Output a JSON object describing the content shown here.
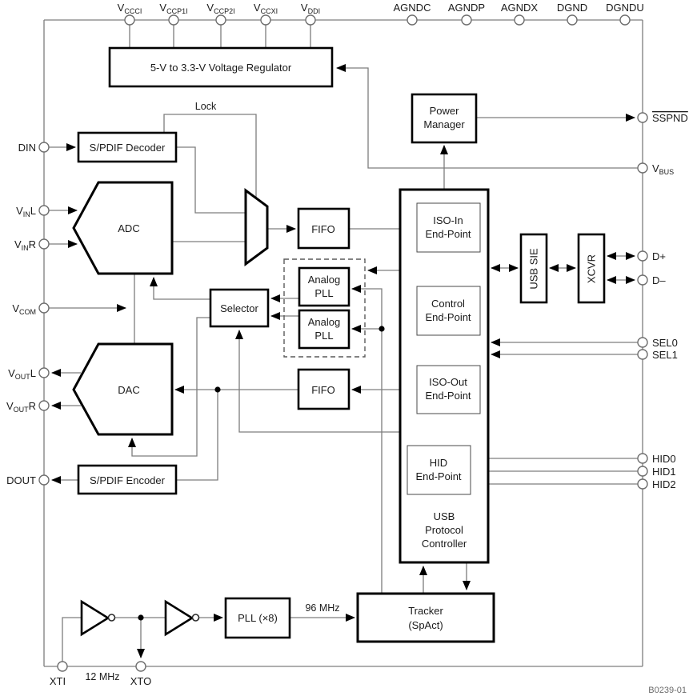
{
  "figure_label": "B0239-01",
  "pins": {
    "top": [
      {
        "pre": "V",
        "sub": "CCCI"
      },
      {
        "pre": "V",
        "sub": "CCP1I"
      },
      {
        "pre": "V",
        "sub": "CCP2I"
      },
      {
        "pre": "V",
        "sub": "CCXI"
      },
      {
        "pre": "V",
        "sub": "DDI"
      },
      {
        "label": "AGNDC"
      },
      {
        "label": "AGNDP"
      },
      {
        "label": "AGNDX"
      },
      {
        "label": "DGND"
      },
      {
        "label": "DGNDU"
      }
    ],
    "left": [
      {
        "label": "DIN"
      },
      {
        "pre": "V",
        "sub": "IN",
        "post": "L"
      },
      {
        "pre": "V",
        "sub": "IN",
        "post": "R"
      },
      {
        "pre": "V",
        "sub": "COM"
      },
      {
        "pre": "V",
        "sub": "OUT",
        "post": "L"
      },
      {
        "pre": "V",
        "sub": "OUT",
        "post": "R"
      },
      {
        "label": "DOUT"
      }
    ],
    "right": [
      {
        "label": "SSPND"
      },
      {
        "pre": "V",
        "sub": "BUS"
      },
      {
        "label": "D+"
      },
      {
        "label": "D–"
      },
      {
        "label": "SEL0"
      },
      {
        "label": "SEL1"
      },
      {
        "label": "HID0"
      },
      {
        "label": "HID1"
      },
      {
        "label": "HID2"
      }
    ],
    "bottom": [
      {
        "label": "XTI"
      },
      {
        "label": "XTO"
      }
    ]
  },
  "blocks": {
    "voltage_regulator": {
      "label": "5-V to 3.3-V Voltage Regulator"
    },
    "power_manager": {
      "line1": "Power",
      "line2": "Manager"
    },
    "spdif_decoder": {
      "label": "S/PDIF Decoder"
    },
    "adc": {
      "label": "ADC"
    },
    "fifo_in": {
      "label": "FIFO"
    },
    "analog_pll_1": {
      "line1": "Analog",
      "line2": "PLL"
    },
    "analog_pll_2": {
      "line1": "Analog",
      "line2": "PLL"
    },
    "selector": {
      "label": "Selector"
    },
    "dac": {
      "label": "DAC"
    },
    "fifo_out": {
      "label": "FIFO"
    },
    "spdif_encoder": {
      "label": "S/PDIF Encoder"
    },
    "usb_protocol_controller": {
      "line1": "USB",
      "line2": "Protocol",
      "line3": "Controller"
    },
    "iso_in_endpoint": {
      "line1": "ISO-In",
      "line2": "End-Point"
    },
    "control_endpoint": {
      "line1": "Control",
      "line2": "End-Point"
    },
    "iso_out_endpoint": {
      "line1": "ISO-Out",
      "line2": "End-Point"
    },
    "hid_endpoint": {
      "line1": "HID",
      "line2": "End-Point"
    },
    "usb_sie": {
      "label": "USB SIE"
    },
    "xcvr": {
      "label": "XCVR"
    },
    "pll_x8": {
      "label": "PLL (×8)"
    },
    "tracker": {
      "line1": "Tracker",
      "line2": "(SpAct)"
    }
  },
  "annotations": {
    "lock": "Lock",
    "freq_96": "96 MHz",
    "freq_12": "12 MHz"
  },
  "colors": {
    "wire": "#7d7d7d",
    "block_border": "#000000",
    "arrowhead": "#000000",
    "background": "#ffffff"
  }
}
